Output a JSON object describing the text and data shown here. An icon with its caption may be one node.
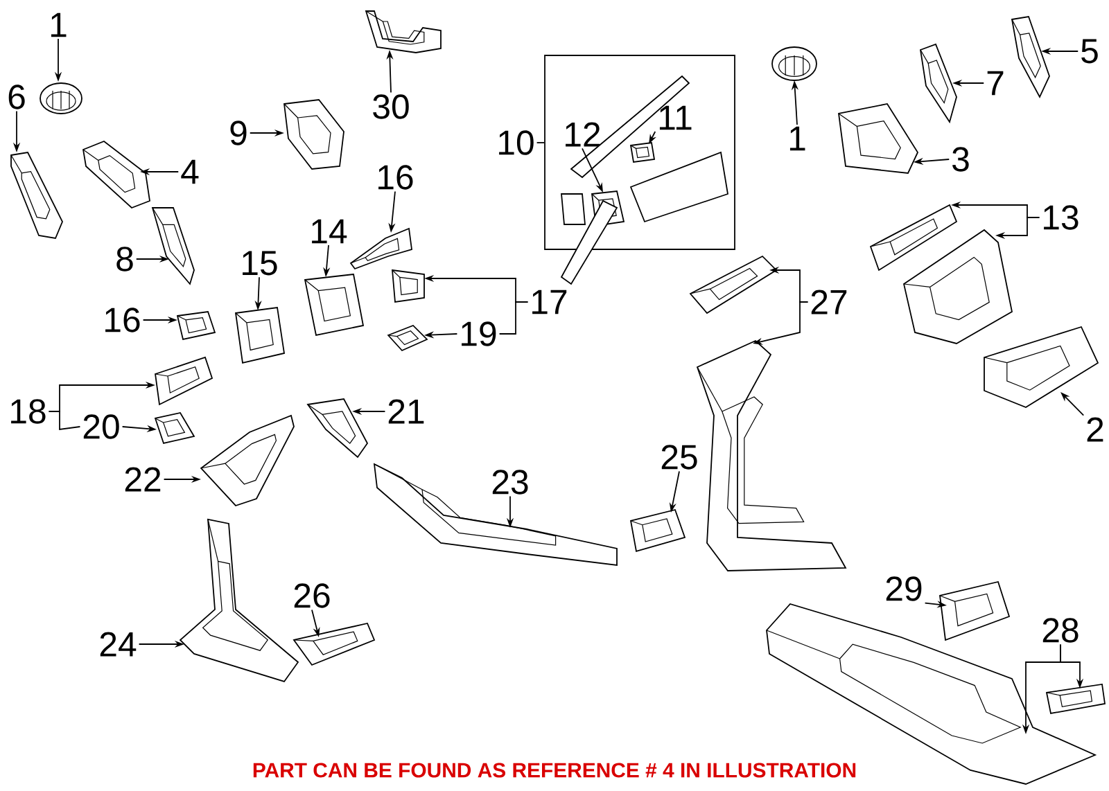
{
  "diagram": {
    "caption": "PART CAN BE FOUND AS REFERENCE # 4 IN ILLUSTRATION",
    "nodes": [
      {
        "text": [
          "1"
        ]
      },
      {
        "text": [
          "6"
        ]
      },
      {
        "text": [
          "9"
        ]
      },
      {
        "text": [
          "30"
        ]
      },
      {
        "text": [
          "4"
        ]
      },
      {
        "text": [
          "8"
        ]
      },
      {
        "text": [
          "16"
        ]
      },
      {
        "text": [
          "14"
        ]
      },
      {
        "text": [
          "15"
        ]
      },
      {
        "text": [
          "16"
        ]
      },
      {
        "text": [
          "17"
        ]
      },
      {
        "text": [
          "19"
        ]
      },
      {
        "text": [
          "18"
        ]
      },
      {
        "text": [
          "20"
        ]
      },
      {
        "text": [
          "21"
        ]
      },
      {
        "text": [
          "22"
        ]
      },
      {
        "text": [
          "23"
        ]
      },
      {
        "text": [
          "25"
        ]
      },
      {
        "text": [
          "24"
        ]
      },
      {
        "text": [
          "26"
        ]
      },
      {
        "text": [
          "10"
        ]
      },
      {
        "text": [],
        "shape": "box"
      },
      {
        "text": [
          "12"
        ],
        "in": 21
      },
      {
        "text": [
          "11"
        ],
        "in": 21
      },
      {
        "text": [
          "1"
        ]
      },
      {
        "text": [
          "3"
        ]
      },
      {
        "text": [
          "7"
        ]
      },
      {
        "text": [
          "5"
        ]
      },
      {
        "text": [
          "13"
        ]
      },
      {
        "text": [
          "27"
        ]
      },
      {
        "text": [
          "2"
        ]
      },
      {
        "text": [
          "29"
        ]
      },
      {
        "text": [
          "28"
        ]
      },
      {
        "text": [],
        "shape": "picture"
      },
      {
        "text": [],
        "shape": "picture"
      },
      {
        "text": [],
        "shape": "picture"
      },
      {
        "text": [],
        "shape": "picture"
      },
      {
        "text": [],
        "shape": "picture"
      },
      {
        "text": [],
        "shape": "picture"
      },
      {
        "text": [],
        "shape": "picture"
      },
      {
        "text": [],
        "shape": "picture"
      },
      {
        "text": [],
        "shape": "picture"
      },
      {
        "text": [],
        "shape": "picture"
      },
      {
        "text": [],
        "shape": "picture"
      },
      {
        "text": [],
        "shape": "picture"
      },
      {
        "text": [],
        "shape": "picture"
      },
      {
        "text": [],
        "shape": "picture"
      },
      {
        "text": [],
        "shape": "picture"
      },
      {
        "text": [],
        "shape": "picture"
      },
      {
        "text": [],
        "shape": "picture"
      },
      {
        "text": [],
        "shape": "picture"
      },
      {
        "text": [],
        "shape": "picture"
      },
      {
        "text": [],
        "shape": "picture"
      },
      {
        "text": [],
        "shape": "picture",
        "in": 21
      },
      {
        "text": [],
        "shape": "picture",
        "in": 21
      },
      {
        "text": [],
        "shape": "picture"
      },
      {
        "text": [],
        "shape": "picture"
      },
      {
        "text": [],
        "shape": "picture"
      },
      {
        "text": [],
        "shape": "picture"
      },
      {
        "text": [],
        "shape": "picture"
      },
      {
        "text": [],
        "shape": "picture"
      },
      {
        "text": [],
        "shape": "picture"
      },
      {
        "text": [],
        "shape": "picture"
      },
      {
        "text": [],
        "shape": "picture"
      },
      {
        "text": [],
        "shape": "picture"
      },
      {
        "text": [],
        "shape": "picture"
      },
      {
        "text": [],
        "shape": "picture"
      }
    ],
    "edges": [
      {
        "from": 0,
        "to": 33,
        "arrow": "to"
      },
      {
        "from": 1,
        "to": 34,
        "arrow": "to"
      },
      {
        "from": 2,
        "to": 35,
        "arrow": "to"
      },
      {
        "from": 3,
        "to": 36,
        "arrow": "to"
      },
      {
        "from": 4,
        "to": 37,
        "arrow": "to"
      },
      {
        "from": 5,
        "to": 38,
        "arrow": "to"
      },
      {
        "from": 6,
        "to": 39,
        "arrow": "to"
      },
      {
        "from": 7,
        "to": 40,
        "arrow": "to"
      },
      {
        "from": 8,
        "to": 41,
        "arrow": "to"
      },
      {
        "from": 9,
        "to": 42,
        "arrow": "to"
      },
      {
        "from": 10,
        "to": 43,
        "arrow": "to"
      },
      {
        "from": 10,
        "to": 11,
        "arrow": "none"
      },
      {
        "from": 11,
        "to": 44,
        "arrow": "to"
      },
      {
        "from": 12,
        "to": 45,
        "arrow": "to"
      },
      {
        "from": 12,
        "to": 13,
        "arrow": "none"
      },
      {
        "from": 13,
        "to": 46,
        "arrow": "to"
      },
      {
        "from": 14,
        "to": 47,
        "arrow": "to"
      },
      {
        "from": 15,
        "to": 48,
        "arrow": "to"
      },
      {
        "from": 16,
        "to": 49,
        "arrow": "to"
      },
      {
        "from": 17,
        "to": 50,
        "arrow": "to"
      },
      {
        "from": 18,
        "to": 51,
        "arrow": "to"
      },
      {
        "from": 19,
        "to": 52,
        "arrow": "to"
      },
      {
        "from": 20,
        "to": 21,
        "arrow": "none"
      },
      {
        "from": 22,
        "to": 53,
        "arrow": "to"
      },
      {
        "from": 23,
        "to": 54,
        "arrow": "to"
      },
      {
        "from": 24,
        "to": 55,
        "arrow": "to"
      },
      {
        "from": 25,
        "to": 56,
        "arrow": "to"
      },
      {
        "from": 26,
        "to": 57,
        "arrow": "to"
      },
      {
        "from": 27,
        "to": 58,
        "arrow": "to"
      },
      {
        "from": 28,
        "to": 59,
        "arrow": "to"
      },
      {
        "from": 28,
        "to": 60,
        "arrow": "to"
      },
      {
        "from": 29,
        "to": 61,
        "arrow": "to"
      },
      {
        "from": 29,
        "to": 62,
        "arrow": "to"
      },
      {
        "from": 30,
        "to": 63,
        "arrow": "to"
      },
      {
        "from": 31,
        "to": 64,
        "arrow": "to"
      },
      {
        "from": 32,
        "to": 65,
        "arrow": "to"
      },
      {
        "from": 32,
        "to": 66,
        "arrow": "to"
      }
    ]
  }
}
